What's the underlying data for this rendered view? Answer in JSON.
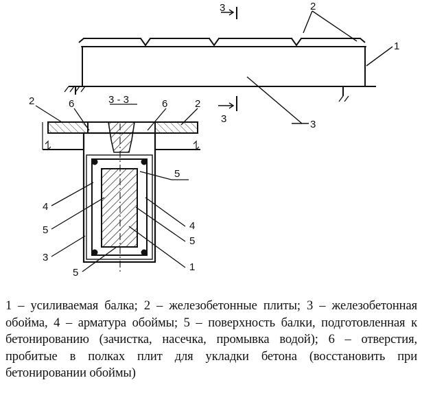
{
  "figure": {
    "section_top_mark": "3",
    "section_side_mark": "3",
    "section_title": "3 - 3",
    "callouts": {
      "l1_top": "1",
      "l2_top": "2",
      "l3_top": "3",
      "l2_left": "2",
      "l6_left": "6",
      "l6_right": "6",
      "l2_right": "2",
      "l5_a": "5",
      "l4_left": "4",
      "l5_left": "5",
      "l3_left": "3",
      "l5_bottom": "5",
      "l4_right": "4",
      "l5_right": "5",
      "l1_right": "1"
    }
  },
  "caption": {
    "text": "1 – усиливаемая балка; 2 – железобетонные плиты; 3 – железобетонная обойма, 4 – арматура обоймы; 5 – поверхность балки, подготовленная к бетонированию (зачистка, насечка, промывка водой); 6 – отверстия, пробитые в полках плит для укладки бетона (восстановить при бетонировании обоймы)"
  }
}
